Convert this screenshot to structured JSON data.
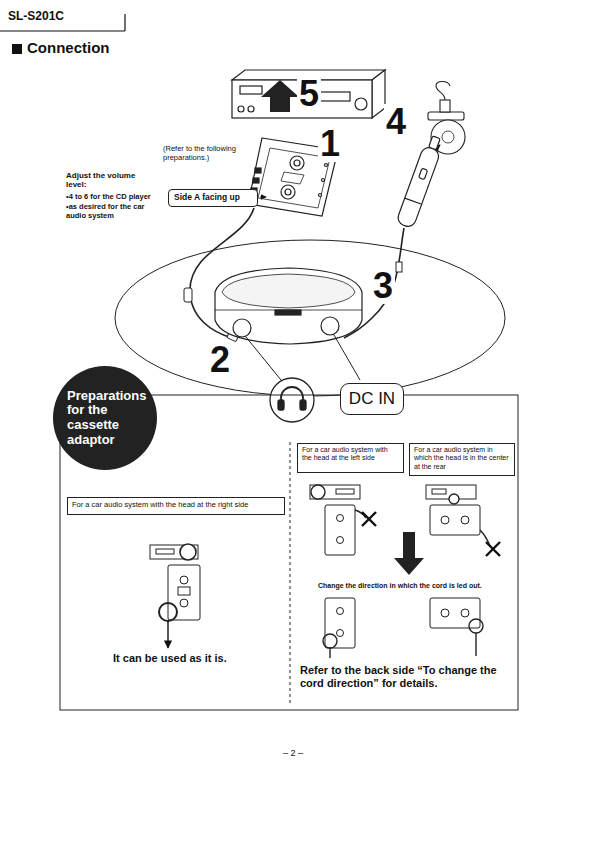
{
  "diagram": {
    "title": "Connection",
    "nodes": [
      {
        "text": [
          "Side A facing up"
        ]
      },
      {
        "text": [
          "DC IN"
        ]
      },
      {
        "text": [
          "Preparations for the cassette adaptor"
        ]
      },
      {
        "text": [
          "For a car audio system with the head at the right side"
        ]
      },
      {
        "text": [
          "For a car audio system with the head at the left side"
        ]
      },
      {
        "text": [
          "For a car audio system in which the head is in the center at the rear"
        ]
      }
    ],
    "labels": [
      "SL-S201C",
      "5",
      "1",
      "(Refer to the following preparations.)",
      "Adjust the volume level:",
      "•4 to 6 for the CD player",
      "•as desired for the car audio system",
      "4",
      "3",
      "2",
      "It can be used as it is.",
      "Change the direction in which the cord is led out.",
      "Refer to the back side “To change the cord direction” for details.",
      "– 2 –"
    ]
  }
}
